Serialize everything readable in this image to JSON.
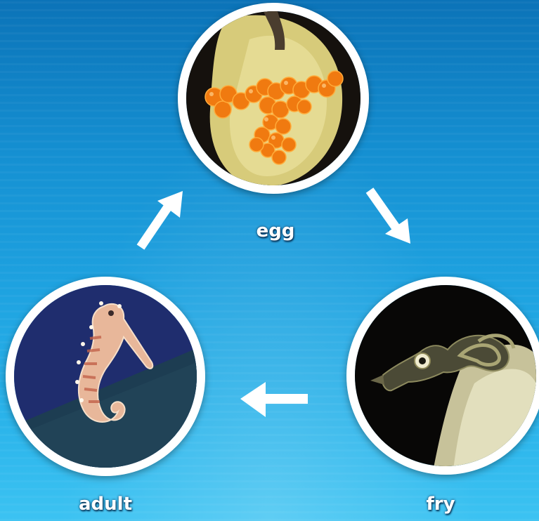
{
  "diagram": {
    "stages": [
      {
        "id": "egg",
        "label": "egg",
        "icon": "seahorse-eggs-photo"
      },
      {
        "id": "fry",
        "label": "fry",
        "icon": "seahorse-fry-photo"
      },
      {
        "id": "adult",
        "label": "adult",
        "icon": "adult-seahorse-photo"
      }
    ],
    "cycle_order": [
      "egg",
      "fry",
      "adult"
    ],
    "arrow_color": "#ffffff",
    "background_color": "#1a98d9"
  }
}
